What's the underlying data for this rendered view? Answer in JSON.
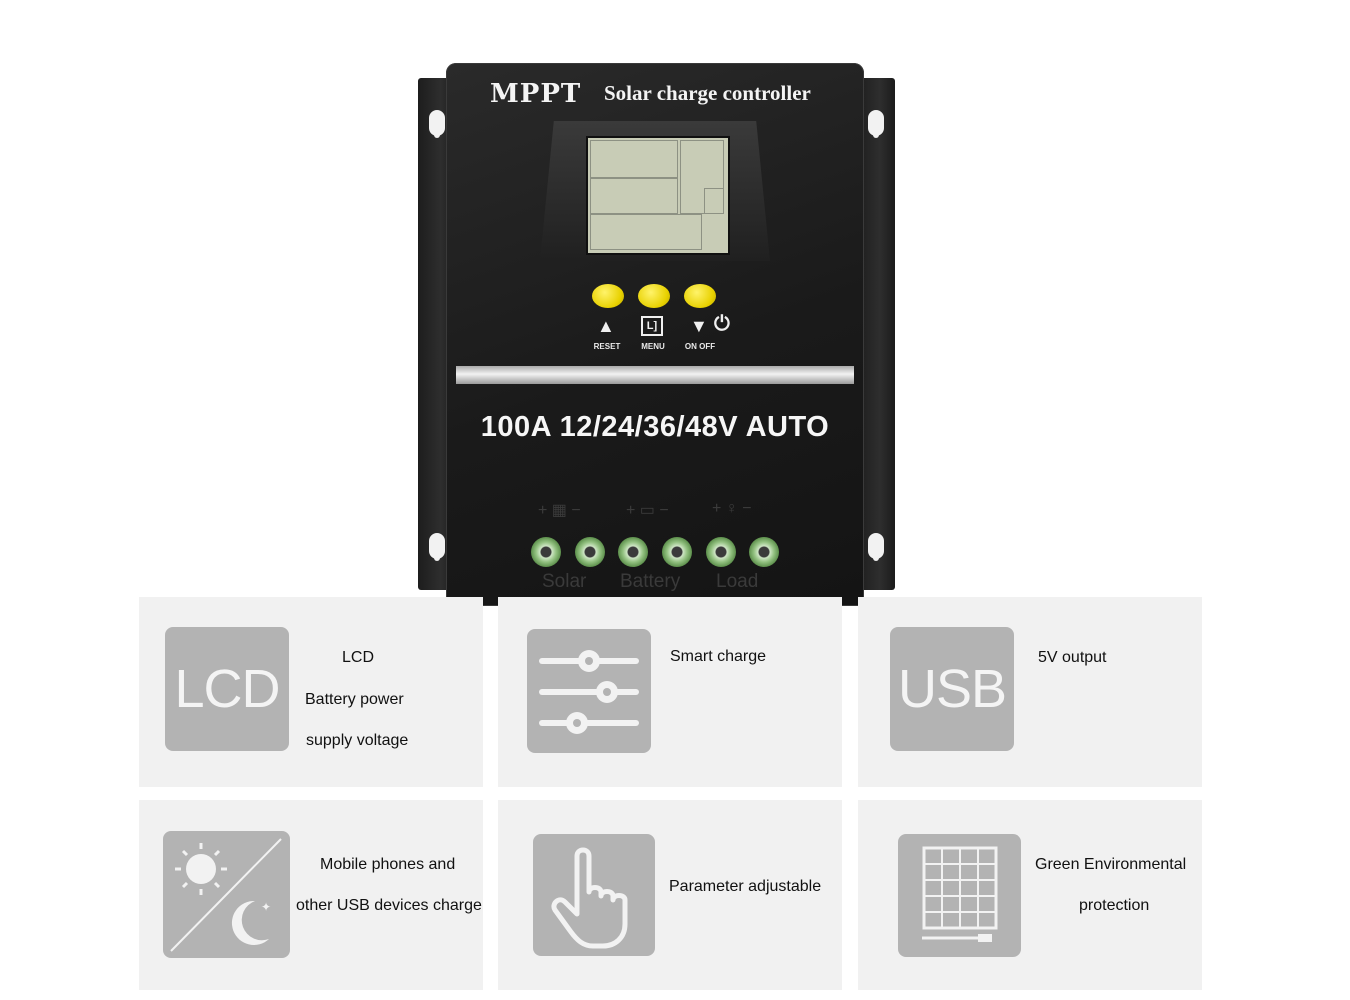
{
  "device": {
    "brand": "MPPT",
    "subtitle": "Solar charge controller",
    "buttons": [
      {
        "label": "RESET"
      },
      {
        "label": "MENU"
      },
      {
        "label": "ON OFF"
      }
    ],
    "model": "100A 12/24/36/48V AUTO",
    "terminals": {
      "labels": [
        "Solar",
        "Battery",
        "Load"
      ]
    }
  },
  "features": [
    {
      "icon": "LCD",
      "lines": [
        "LCD",
        "Battery power",
        "supply voltage"
      ]
    },
    {
      "icon": "sliders-icon",
      "lines": [
        "Smart charge"
      ]
    },
    {
      "icon": "USB",
      "lines": [
        "5V output"
      ]
    },
    {
      "icon": "day-night-icon",
      "lines": [
        "Mobile phones and",
        "other USB devices charge"
      ]
    },
    {
      "icon": "hand-pointer-icon",
      "lines": [
        "Parameter adjustable"
      ]
    },
    {
      "icon": "solar-panel-icon",
      "lines": [
        "Green Environmental",
        "protection"
      ]
    }
  ]
}
